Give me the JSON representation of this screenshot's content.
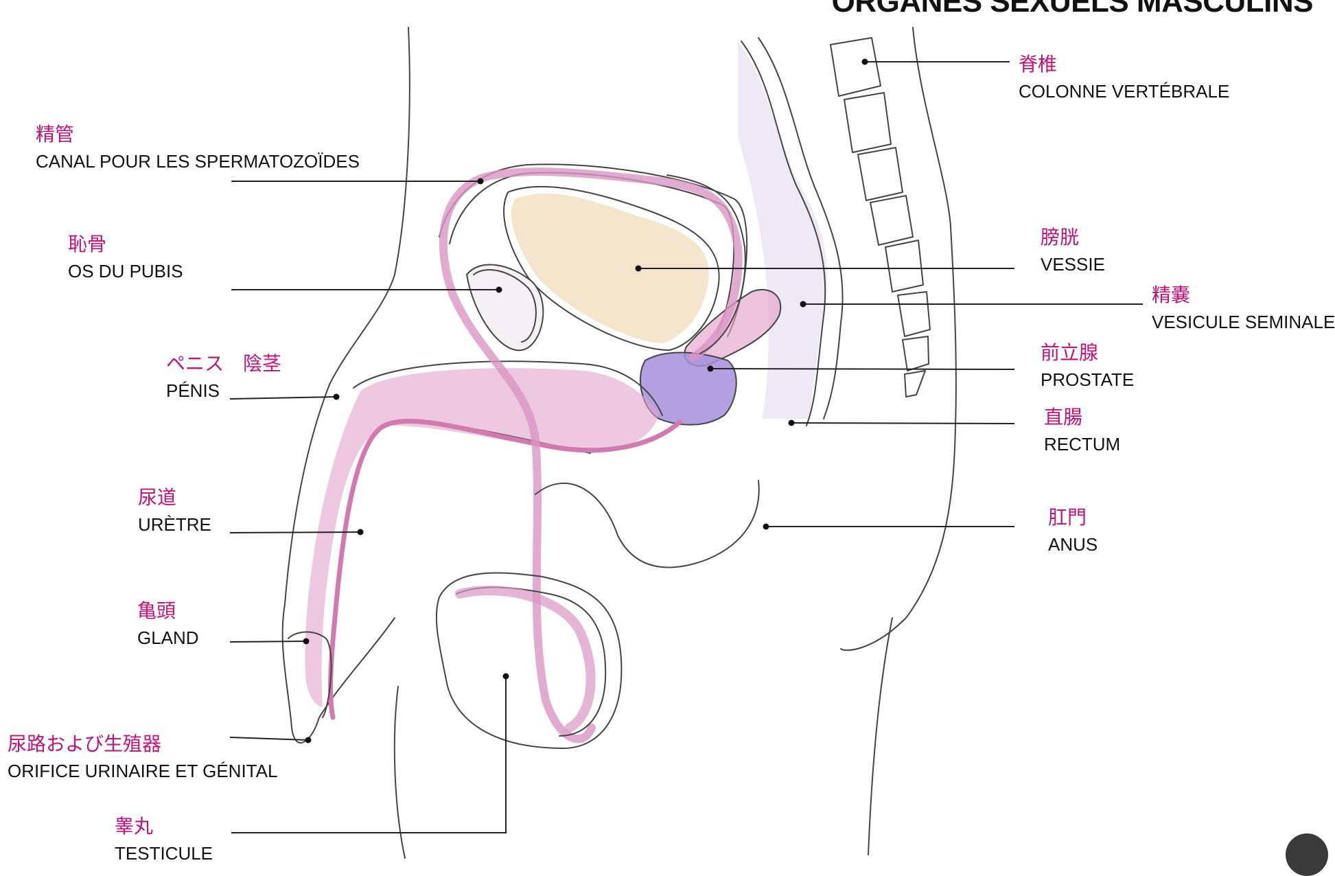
{
  "title": "ORGANES SEXUELS MASCULINS",
  "labels": {
    "spine": {
      "jp": "脊椎",
      "fr": "COLONNE VERTÉBRALE"
    },
    "vas_deferens": {
      "jp": "精管",
      "fr": "CANAL POUR LES SPERMATOZOÏDES"
    },
    "pubis": {
      "jp": "恥骨",
      "fr": "OS DU PUBIS"
    },
    "bladder": {
      "jp": "膀胱",
      "fr": "VESSIE"
    },
    "seminal_vesicle": {
      "jp": "精嚢",
      "fr": "VESICULE SEMINALE"
    },
    "penis": {
      "jp": "ペニス　陰茎",
      "fr": "PÉNIS"
    },
    "prostate": {
      "jp": "前立腺",
      "fr": "PROSTATE"
    },
    "rectum": {
      "jp": "直腸",
      "fr": "RECTUM"
    },
    "urethra": {
      "jp": "尿道",
      "fr": "URÈTRE"
    },
    "anus": {
      "jp": "肛門",
      "fr": "ANUS"
    },
    "glans": {
      "jp": "亀頭",
      "fr": "GLAND"
    },
    "orifice": {
      "jp": "尿路および生殖器",
      "fr": "ORIFICE URINAIRE ET GÉNITAL"
    },
    "testicle": {
      "jp": "睾丸",
      "fr": "TESTICULE"
    }
  },
  "colors": {
    "jp_label": "#c0127a",
    "fr_label": "#111111",
    "pink_tube": "#e3a3cc",
    "lavender": "#ddd3ec",
    "prostate": "#a58fdb",
    "bladder_fill": "#f1dfbf"
  }
}
